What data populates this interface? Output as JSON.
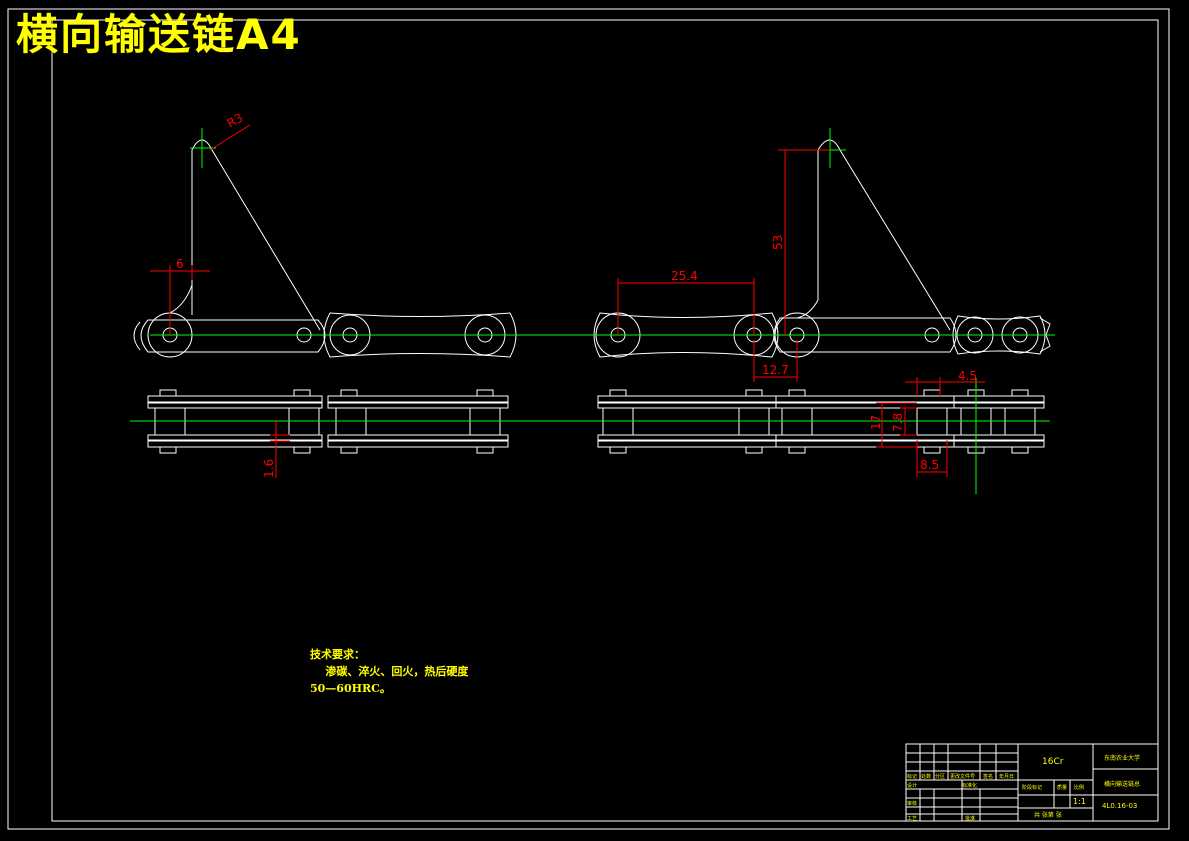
{
  "title": "横向输送链A4",
  "colors": {
    "background": "#000000",
    "outline": "#ffffff",
    "centerline": "#00ff00",
    "dimension": "#ff0000",
    "text": "#ffff00"
  },
  "dimensions": {
    "radius": "R3",
    "width_6": "6",
    "pitch": "25.4",
    "height_53": "53",
    "half_pitch": "12.7",
    "dim_4_5": "4.5",
    "dim_17": "17",
    "dim_7_8": "7.8",
    "dim_8_5": "8.5",
    "dim_1_6": "1.6"
  },
  "tech_requirements": {
    "heading": "技术要求：",
    "line1": "    渗碳、淬火、回火，热后硬度",
    "line2": "50—60HRC。"
  },
  "title_block": {
    "material": "16Cr",
    "school": "东南农业大学",
    "part_name": "横向输送链总",
    "drawing_no": "4L0.16-03",
    "scale": "1:1",
    "sheet": "共  张第  张",
    "rev_headers": [
      "标记",
      "处数",
      "分区",
      "更改文件号",
      "签名",
      "年月日"
    ],
    "row_design": "设计",
    "row_std": "标准化",
    "row_check": "审核",
    "row_process": "工艺",
    "row_approve": "批准",
    "stage_headers": [
      "阶段标记",
      "质量",
      "比例"
    ]
  }
}
